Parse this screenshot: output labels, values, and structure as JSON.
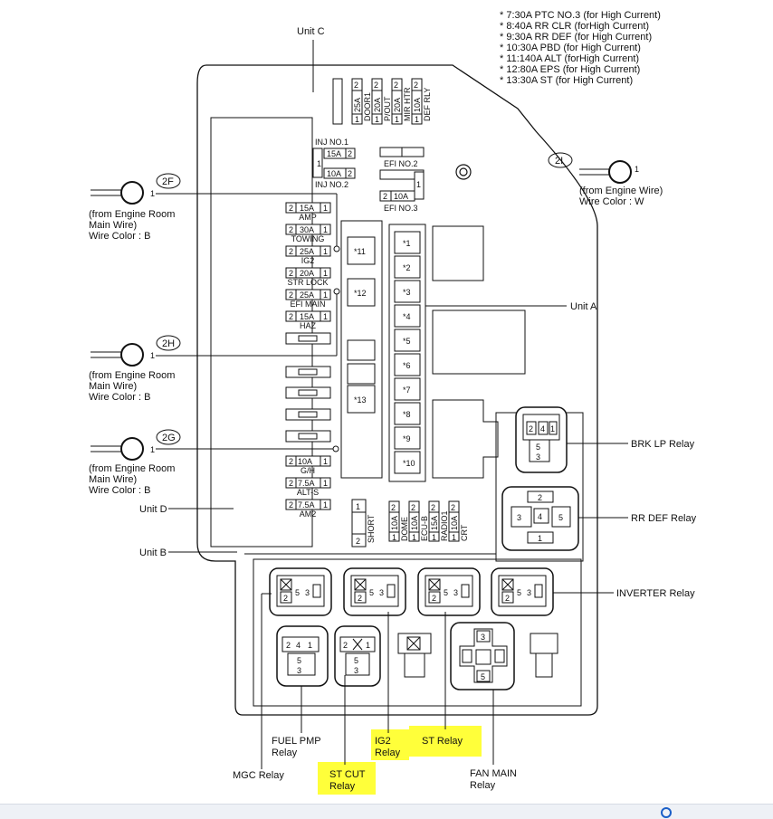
{
  "notes": [
    "* 7:30A PTC NO.3 (for High Current)",
    "* 8:40A RR CLR (forHigh Current)",
    "* 9:30A RR DEF (for High Current)",
    "* 10:30A PBD (for High Current)",
    "* 11:140A ALT (forHigh Current)",
    "* 12:80A EPS (for High Current)",
    "* 13:30A ST (for High Current)"
  ],
  "units": {
    "unit_c": "Unit C",
    "unit_a": "Unit A",
    "unit_d": "Unit D",
    "unit_b": "Unit B"
  },
  "connectors": {
    "c2f": {
      "tag": "2F",
      "pin": "1",
      "desc": [
        "(from Engine Room",
        "Main Wire)",
        "Wire Color : B"
      ]
    },
    "c2h": {
      "tag": "2H",
      "pin": "1",
      "desc": [
        "(from Engine Room",
        "Main Wire)",
        "Wire Color : B"
      ]
    },
    "c2g": {
      "tag": "2G",
      "pin": "1",
      "desc": [
        "(from Engine Room",
        "Main Wire)",
        "Wire Color : B"
      ]
    },
    "c2i": {
      "tag": "2I",
      "pin": "1",
      "desc": [
        "(from Engine Wire)",
        "Wire Color : W"
      ]
    }
  },
  "top_fuses": [
    {
      "pos": "2",
      "amp": "25A",
      "name": "DOOR1",
      "num": "1"
    },
    {
      "pos": "2",
      "amp": "20A",
      "name": "P/OUT",
      "num": "1"
    },
    {
      "pos": "2",
      "amp": "20A",
      "name": "MIR HTR",
      "num": "1"
    },
    {
      "pos": "2",
      "amp": "10A",
      "name": "DEF RLY",
      "num": "1"
    }
  ],
  "inj": {
    "no1": "INJ NO.1",
    "no2": "INJ NO.2",
    "a1": "15A",
    "a2": "10A",
    "p2": "2",
    "p1": "1"
  },
  "efi": {
    "no2": "EFI NO.2",
    "no3": "EFI NO.3",
    "amp": "10A",
    "p2": "2",
    "p1": "1"
  },
  "left_fuses": [
    {
      "pos": "2",
      "amp": "15A",
      "num": "1",
      "label": "AMP"
    },
    {
      "pos": "2",
      "amp": "30A",
      "num": "1",
      "label": "TOWING"
    },
    {
      "pos": "2",
      "amp": "25A",
      "num": "1",
      "label": "IG2"
    },
    {
      "pos": "2",
      "amp": "20A",
      "num": "1",
      "label": "STR LOCK"
    },
    {
      "pos": "2",
      "amp": "25A",
      "num": "1",
      "label": "EFI MAIN"
    },
    {
      "pos": "2",
      "amp": "15A",
      "num": "1",
      "label": "HAZ"
    }
  ],
  "left_lower_fuses": [
    {
      "pos": "2",
      "amp": "10A",
      "num": "1",
      "label": "G/H"
    },
    {
      "pos": "2",
      "amp": "7.5A",
      "num": "1",
      "label": "ALT-S"
    },
    {
      "pos": "2",
      "amp": "7.5A",
      "num": "1",
      "label": "AM2"
    }
  ],
  "center_fuses": [
    "*11",
    "*12",
    "*13"
  ],
  "unit_a_fuses": [
    "*1",
    "*2",
    "*3",
    "*4",
    "*5",
    "*6",
    "*7",
    "*8",
    "*9",
    "*10"
  ],
  "short": {
    "label": "SHORT",
    "p1": "1",
    "p2": "2"
  },
  "bottom_fuses": [
    {
      "pos": "2",
      "amp": "10A",
      "name": "DOME",
      "num": "1"
    },
    {
      "pos": "2",
      "amp": "10A",
      "name": "ECU-B",
      "num": "1"
    },
    {
      "pos": "2",
      "amp": "15A",
      "name": "RADIO1",
      "num": "1"
    },
    {
      "pos": "2",
      "amp": "10A",
      "name": "CRT",
      "num": "1"
    }
  ],
  "relays": {
    "brk_lp": "BRK LP Relay",
    "rr_def": "RR DEF Relay",
    "inverter": "INVERTER Relay",
    "fuel_pmp": [
      "FUEL PMP",
      "Relay"
    ],
    "mgc": "MGC Relay",
    "st_cut": [
      "ST CUT",
      "Relay"
    ],
    "ig2": [
      "IG2",
      "Relay"
    ],
    "st": "ST Relay",
    "fan_main": [
      "FAN MAIN",
      "Relay"
    ]
  },
  "pins": {
    "p1": "1",
    "p2": "2",
    "p3": "3",
    "p4": "4",
    "p5": "5"
  },
  "colors": {
    "highlight": "#ffff3a",
    "line": "#111111",
    "link": "#1a5fc8"
  },
  "icons": {
    "info": "info-icon"
  }
}
